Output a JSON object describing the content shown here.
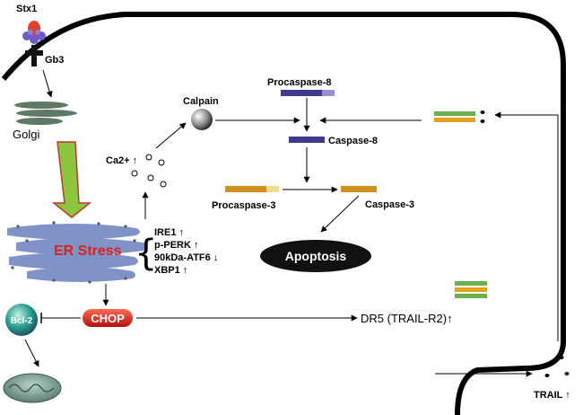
{
  "labels": {
    "stx1": "Stx1",
    "gb3": "Gb3",
    "golgi": "Golgi",
    "ca2": "Ca2+ ↑",
    "calpain": "Calpain",
    "procaspase8": "Procaspase-8",
    "caspase8": "Caspase-8",
    "procaspase3": "Procaspase-3",
    "caspase3": "Caspase-3",
    "apoptosis": "Apoptosis",
    "er_stress": "ER Stress",
    "ire1": "IRE1 ↑",
    "pperk": "p-PERK ↑",
    "atf6": "90kDa-ATF6 ↓",
    "xbp1": "XBP1 ↑",
    "bcl2": "Bcl-2",
    "chop": "CHOP",
    "dr5": "DR5 (TRAIL-R2)↑",
    "trail": "TRAIL ↑"
  },
  "colors": {
    "membrane": "#000000",
    "golgi": "#5f7a64",
    "er": "#7f93c8",
    "green_arrow": "#8cc63f",
    "arrow_outline": "#c0392b",
    "procaspase8": "#3c3b8e",
    "procaspase8_pro": "#a08cc8",
    "caspase3": "#d4901e",
    "procaspase3_pro": "#eedd90",
    "receptor_green": "#6ab04c",
    "receptor_orange": "#e6a01e",
    "chop": "#e0201c",
    "er_text": "#e0201c",
    "bcl2": "#2a9d8f",
    "mito": "#6b8f85",
    "apoptosis": "#111111"
  }
}
